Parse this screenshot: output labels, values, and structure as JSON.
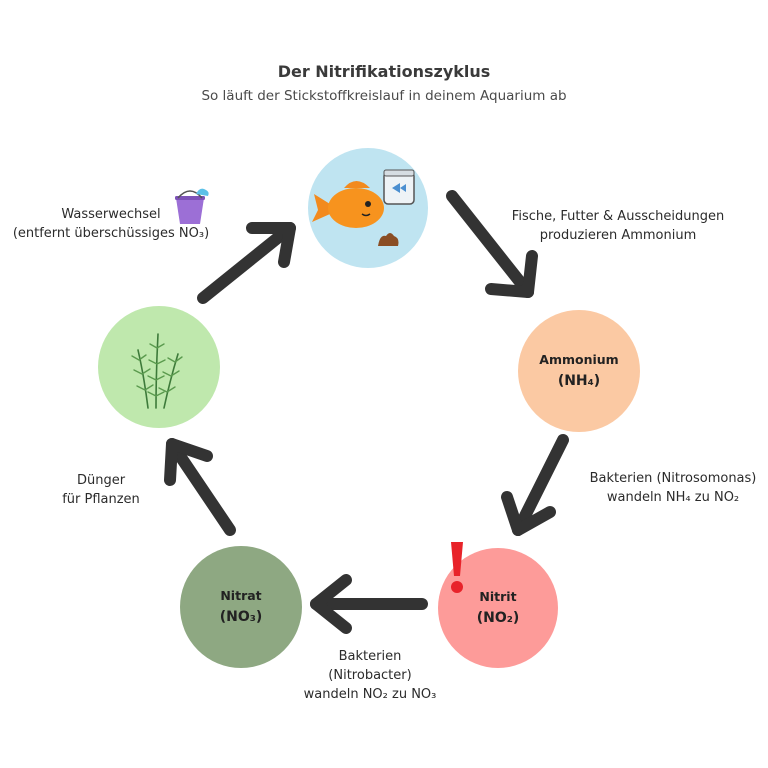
{
  "diagram": {
    "title": "Der Nitrifikationszyklus",
    "subtitle": "So läuft der Stickstoffkreislauf in deinem Aquarium ab",
    "nodes": {
      "fish": {
        "icon": "fish-icon"
      },
      "ammonium": {
        "label": "Ammonium",
        "formula": "(NH₄)",
        "color": "#fbc9a3"
      },
      "nitrit": {
        "label": "Nitrit",
        "formula": "(NO₂)",
        "color": "#fd9b99",
        "alert_icon": "exclamation-icon"
      },
      "nitrat": {
        "label": "Nitrat",
        "formula": "(NO₃)",
        "color": "#8ea882"
      },
      "plant": {
        "icon": "plant-icon",
        "color": "#bfe8ad"
      }
    },
    "edges": {
      "fish_to_ammonium": {
        "line1": "Fische, Futter & Ausscheidungen",
        "line2": "produzieren Ammonium"
      },
      "ammonium_to_nitrit": {
        "line1": "Bakterien (Nitrosomonas)",
        "line2": "wandeln NH₄ zu NO₂"
      },
      "nitrit_to_nitrat": {
        "line1": "Bakterien",
        "line2": "(Nitrobacter)",
        "line3": "wandeln NO₂ zu NO₃"
      },
      "nitrat_to_plant": {
        "line1": "Dünger",
        "line2": "für Pflanzen"
      },
      "plant_to_fish": {
        "line1": "Wasserwechsel",
        "line2": "(entfernt überschüssiges NO₃)",
        "icon": "bucket-icon"
      }
    },
    "colors": {
      "fish_bg": "#bfe4f1",
      "arrow": "#333333"
    }
  }
}
